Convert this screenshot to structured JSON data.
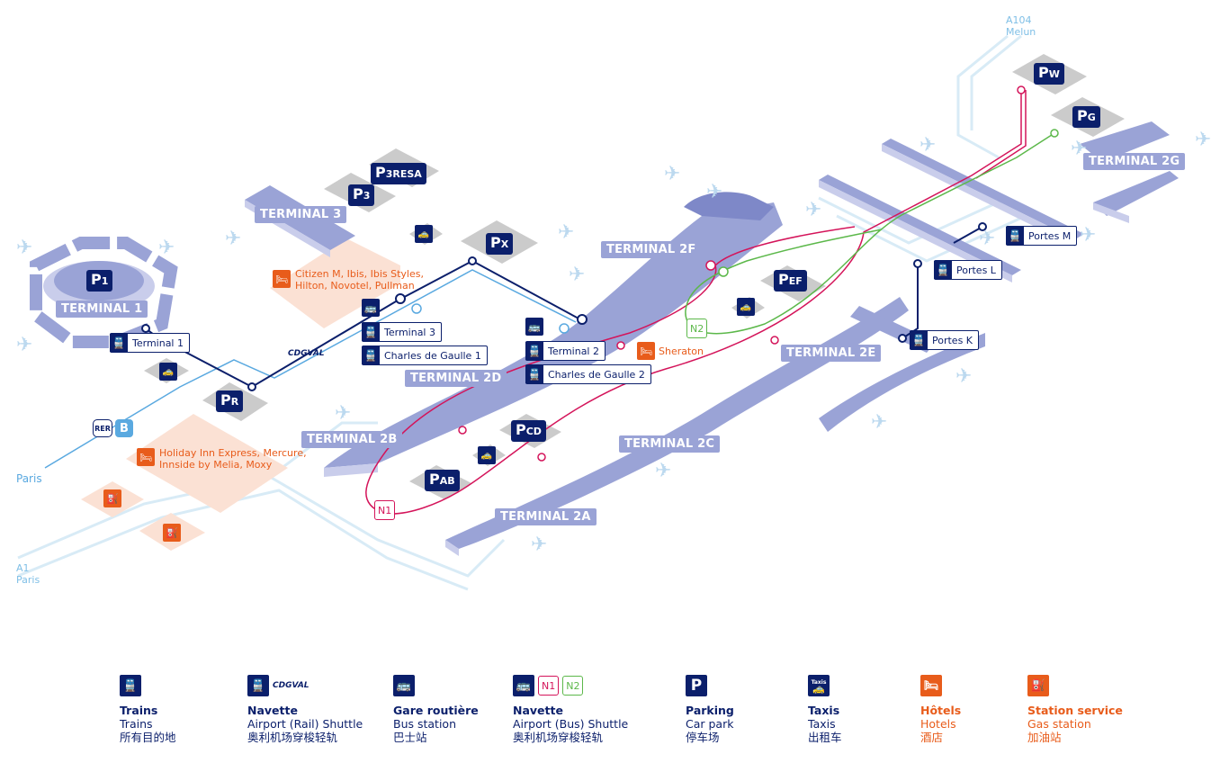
{
  "roads": {
    "a104": "A104",
    "melun": "Melun",
    "a1": "A1",
    "paris_road": "Paris",
    "paris_rer": "Paris"
  },
  "terminals": {
    "t1": "TERMINAL 1",
    "t3": "TERMINAL 3",
    "t2f": "TERMINAL 2F",
    "t2g": "TERMINAL 2G",
    "t2e": "TERMINAL 2E",
    "t2d": "TERMINAL 2D",
    "t2b": "TERMINAL 2B",
    "t2c": "TERMINAL 2C",
    "t2a": "TERMINAL 2A"
  },
  "parkings": {
    "p1": {
      "p": "P",
      "sub": "1"
    },
    "p3": {
      "p": "P",
      "sub": "3"
    },
    "p3resa": {
      "p": "P",
      "sub": "3RESA"
    },
    "px": {
      "p": "P",
      "sub": "X"
    },
    "pr": {
      "p": "P",
      "sub": "R"
    },
    "pw": {
      "p": "P",
      "sub": "W"
    },
    "pg": {
      "p": "P",
      "sub": "G"
    },
    "pef": {
      "p": "P",
      "sub": "EF"
    },
    "pcd": {
      "p": "P",
      "sub": "CD"
    },
    "pab": {
      "p": "P",
      "sub": "AB"
    }
  },
  "stations": {
    "terminal1": "Terminal 1",
    "terminal3": "Terminal 3",
    "cdg1": "Charles de Gaulle 1",
    "terminal2": "Terminal 2",
    "cdg2": "Charles de Gaulle 2",
    "portes_m": "Portes M",
    "portes_l": "Portes L",
    "portes_k": "Portes K"
  },
  "hotels": {
    "group1": "Citizen M,  Ibis, Ibis Styles, Hilton, Novotel, Pullman",
    "group2": "Holiday Inn Express, Mercure, Innside by Melia, Moxy",
    "sheraton": "Sheraton"
  },
  "lines": {
    "cdgval": "CDGVAL",
    "n1": "N1",
    "n2": "N2",
    "rer": "RER",
    "rer_b": "B"
  },
  "icons": {
    "train": "train-icon",
    "bus": "bus-icon",
    "taxi": "taxi-icon",
    "hotel": "hotel-icon",
    "fuel": "fuel-icon",
    "plane": "plane-icon"
  },
  "legend": {
    "trains": {
      "bold": "Trains",
      "en": "Trains",
      "zh": "所有目的地"
    },
    "navette_rail": {
      "bold": "Navette",
      "en": "Airport (Rail) Shuttle",
      "zh": "奥利机场穿梭轻轨",
      "brand": "CDGVAL"
    },
    "bus": {
      "bold": "Gare routière",
      "en": "Bus station",
      "zh": "巴士站"
    },
    "navette_bus": {
      "bold": "Navette",
      "en": "Airport (Bus) Shuttle",
      "zh": "奥利机场穿梭轻轨",
      "n1": "N1",
      "n2": "N2"
    },
    "parking": {
      "bold": "Parking",
      "en": "Car park",
      "zh": "停车场",
      "p": "P"
    },
    "taxis": {
      "bold": "Taxis",
      "en": "Taxis",
      "zh": "出租车",
      "tag": "Taxis"
    },
    "hotels": {
      "bold": "Hôtels",
      "en": "Hotels",
      "zh": "酒店"
    },
    "gas": {
      "bold": "Station service",
      "en": "Gas station",
      "zh": "加油站"
    }
  },
  "colors": {
    "navy": "#0b1f6b",
    "terminal": "#9aa3d6",
    "terminal_dark": "#7e88c8",
    "terminal_light": "#c9cdeb",
    "light_blue": "#5aa9e0",
    "n1_magenta": "#d4145a",
    "n2_green": "#5cb84a",
    "orange": "#e85c1b",
    "hotel_zone": "#fbe1d4",
    "road": "#d8ebf6",
    "parking_pad": "#c8c8c8"
  }
}
